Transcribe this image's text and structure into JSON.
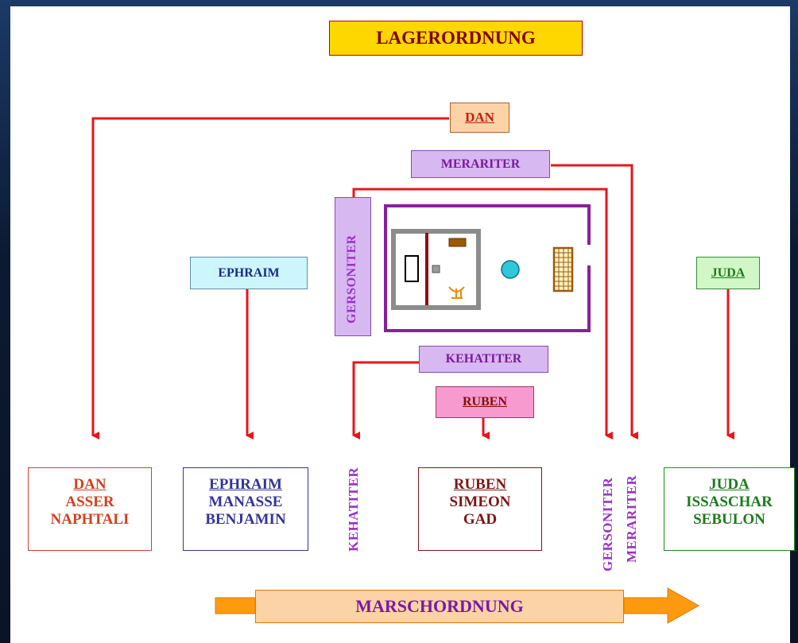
{
  "title": "LAGERORDNUNG",
  "camp_labels": {
    "dan": "DAN",
    "merariter": "MERARITER",
    "gersoniter": "GERSONITER",
    "ephraim": "EPHRAIM",
    "juda": "JUDA",
    "kehatiter": "KEHATITER",
    "ruben": "RUBEN"
  },
  "march_columns": {
    "dan": [
      "DAN",
      "ASSER",
      "NAPHTALI"
    ],
    "ephraim": [
      "EPHRAIM",
      "MANASSE",
      "BENJAMIN"
    ],
    "kehatiter": "KEHATITER",
    "ruben": [
      "RUBEN",
      "SIMEON",
      "GAD"
    ],
    "gersoniter": "GERSONITER",
    "merariter": "MERARITER",
    "juda": [
      "JUDA",
      "ISSASCHAR",
      "SEBULON"
    ]
  },
  "footer": "MARSCHORDNUNG",
  "colors": {
    "arrow": "#e8151b",
    "title_bg": "#ffd700",
    "levite": "#9b30c8",
    "dan": "#d2401e",
    "ephraim": "#33349a",
    "ruben": "#7c1515",
    "juda": "#1e8c1e",
    "marsch_bg": "#fcd3a6",
    "marsch_arrow": "#fe9a10"
  },
  "icons": [
    "tabernacle-court",
    "ark",
    "incense-altar",
    "showbread-table",
    "menorah",
    "laver",
    "altar"
  ]
}
